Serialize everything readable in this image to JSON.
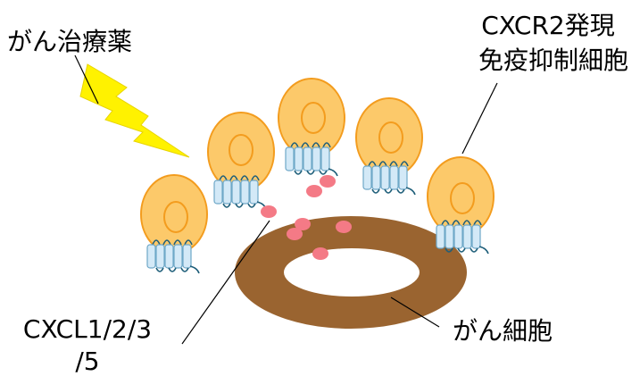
{
  "labels": {
    "drug": "がん治療薬",
    "receptor_line1": "CXCR2発現",
    "receptor_line2": "免疫抑制細胞",
    "chemokine_line1": "CXCL1/2/3",
    "chemokine_line2": "/5",
    "tumor": "がん細胞"
  },
  "colors": {
    "cell_fill": "#FCC96A",
    "cell_stroke": "#F39C1E",
    "receptor_fill": "#D3E9F7",
    "receptor_stroke": "#6FA8C8",
    "receptor_loop": "#1F5F7A",
    "chemokine": "#F47A86",
    "tumor_ring": "#9A6430",
    "lightning": "#FFF200",
    "lightning_stroke": "#E8D400"
  },
  "icons": {
    "drug": "lightning-bolt-icon",
    "cell": "immune-cell-icon",
    "receptor": "receptor-icon"
  }
}
